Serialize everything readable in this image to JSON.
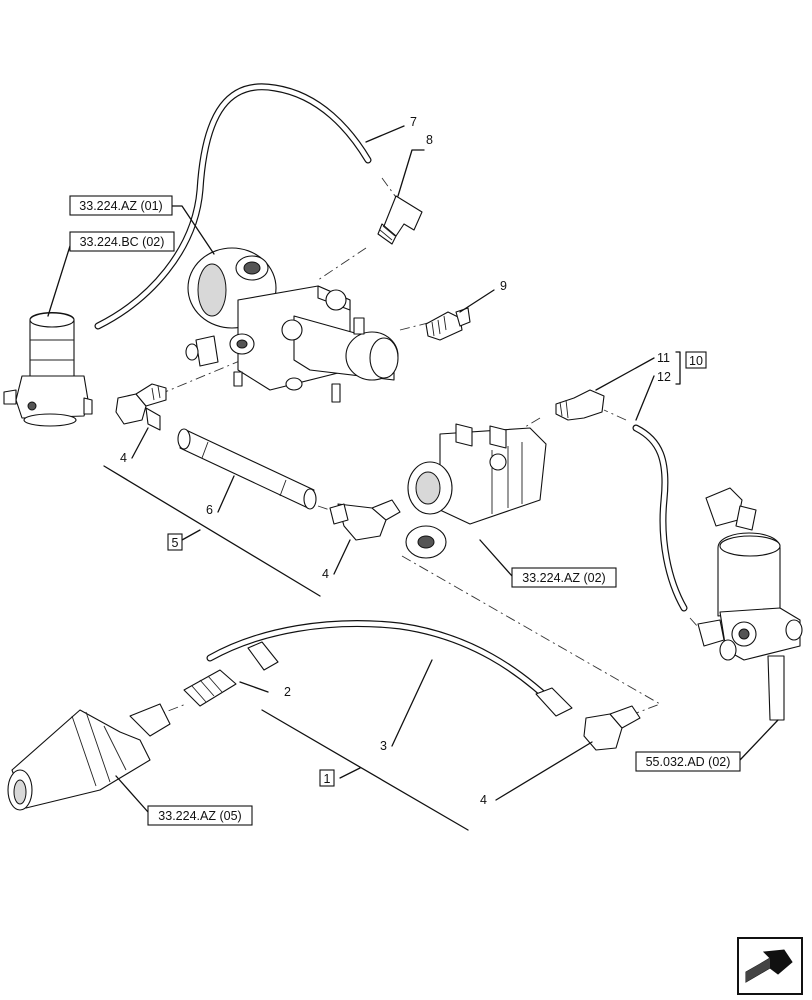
{
  "references": {
    "ref_az01": "33.224.AZ (01)",
    "ref_bc02": "33.224.BC (02)",
    "ref_az02": "33.224.AZ (02)",
    "ref_az05": "33.224.AZ (05)",
    "ref_ad02": "55.032.AD (02)"
  },
  "callouts": {
    "c1": "1",
    "c2": "2",
    "c3": "3",
    "c4a": "4",
    "c4b": "4",
    "c4c": "4",
    "c5": "5",
    "c6": "6",
    "c7": "7",
    "c8": "8",
    "c9": "9",
    "c10": "10",
    "c11": "11",
    "c12": "12"
  },
  "icons": {
    "navigation": "next-page-arrow-icon"
  }
}
